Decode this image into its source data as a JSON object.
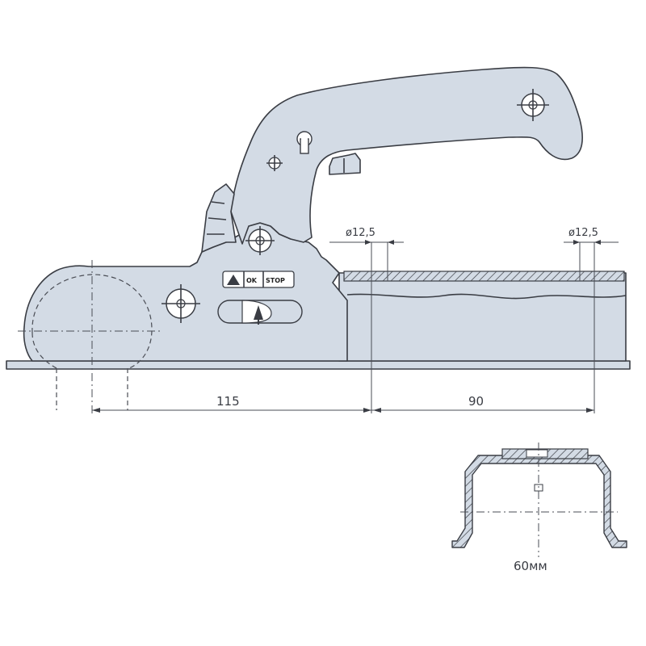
{
  "drawing": {
    "dimensions": {
      "length_1": "115",
      "length_2": "90",
      "hole_1": "ø12,5",
      "hole_2": "ø12,5",
      "section_width": "60мм"
    },
    "label_plate": {
      "warning_symbol": "warning-triangle",
      "ok_text": "OK",
      "stop_text": "STOP"
    },
    "colors": {
      "part_fill": "#d3dbe5",
      "line": "#3a3d44",
      "background": "#ffffff"
    }
  }
}
